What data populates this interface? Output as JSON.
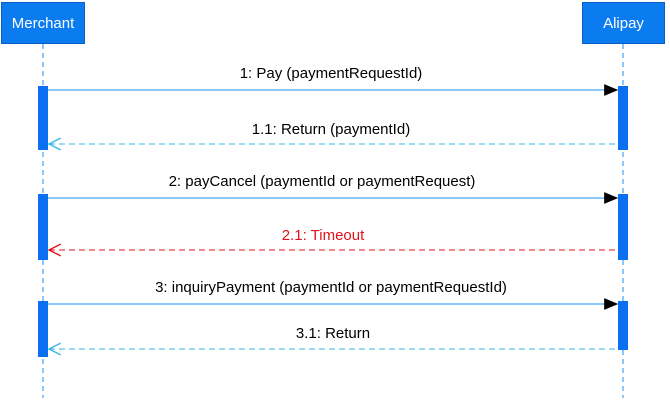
{
  "participants": [
    {
      "name": "Merchant"
    },
    {
      "name": "Alipay"
    }
  ],
  "colors": {
    "participant_fill": "#0a7cf0",
    "lifeline": "#1a8ff0",
    "activation": "#0a6ff0",
    "call": "#1d8ff5",
    "return": "#35b7e8",
    "error": "#e0121a"
  },
  "messages": [
    {
      "label": "1: Pay (paymentRequestId)",
      "kind": "call"
    },
    {
      "label": "1.1: Return (paymentId)",
      "kind": "return"
    },
    {
      "label": "2: payCancel (paymentId or paymentRequest)",
      "kind": "call"
    },
    {
      "label": "2.1: Timeout",
      "kind": "error"
    },
    {
      "label": "3: inquiryPayment (paymentId or paymentRequestId)",
      "kind": "call"
    },
    {
      "label": "3.1: Return",
      "kind": "return"
    }
  ]
}
